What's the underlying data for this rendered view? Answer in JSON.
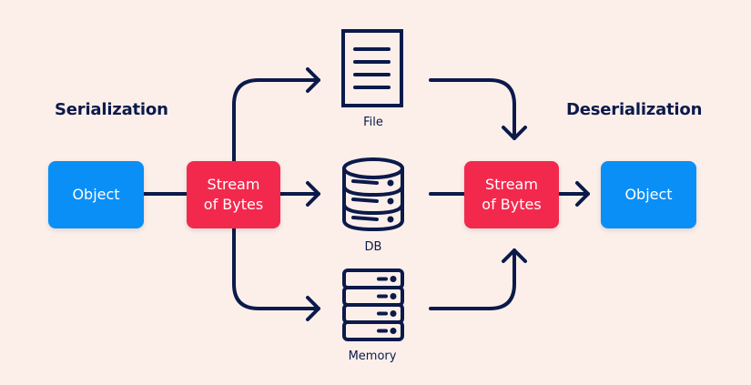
{
  "colors": {
    "background": "#fcefea",
    "object": "#0a8ff7",
    "stream": "#f2294d",
    "ink": "#0b1a4a"
  },
  "headings": {
    "serialization": "Serialization",
    "deserialization": "Deserialization"
  },
  "nodes": {
    "object_left": "Object",
    "stream_left_line1": "Stream",
    "stream_left_line2": "of Bytes",
    "stream_right_line1": "Stream",
    "stream_right_line2": "of Bytes",
    "object_right": "Object"
  },
  "storage": [
    {
      "label": "File",
      "icon": "file-document-icon"
    },
    {
      "label": "DB",
      "icon": "database-icon"
    },
    {
      "label": "Memory",
      "icon": "server-memory-icon"
    }
  ]
}
